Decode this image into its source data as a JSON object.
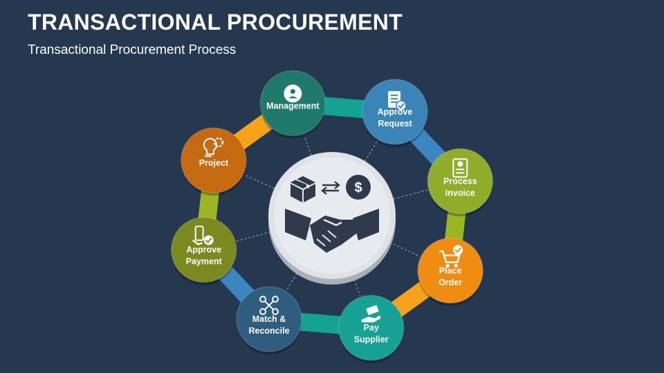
{
  "title": "TRANSACTIONAL PROCUREMENT",
  "subtitle": "Transactional Procurement Process",
  "center": {
    "icons": [
      "box-icon",
      "exchange-arrows-icon",
      "dollar-coin-icon",
      "handshake-icon"
    ]
  },
  "steps": [
    {
      "id": "management",
      "lines": [
        "Management"
      ],
      "color": "#1f7a6b",
      "icon": "gear-person-icon"
    },
    {
      "id": "approve-request",
      "lines": [
        "Approve",
        "Request"
      ],
      "color": "#3a84b8",
      "icon": "document-check-icon"
    },
    {
      "id": "process-invoice",
      "lines": [
        "Process",
        "Invoice"
      ],
      "color": "#8fac2b",
      "icon": "invoice-icon"
    },
    {
      "id": "place-order",
      "lines": [
        "Place",
        "Order"
      ],
      "color": "#ef8d12",
      "icon": "cart-check-icon"
    },
    {
      "id": "pay-supplier",
      "lines": [
        "Pay",
        "Supplier"
      ],
      "color": "#16a194",
      "icon": "hand-money-icon"
    },
    {
      "id": "match-reconcile",
      "lines": [
        "Match &",
        "Reconcile"
      ],
      "color": "#2e5d80",
      "icon": "network-nodes-icon"
    },
    {
      "id": "approve-payment",
      "lines": [
        "Approve",
        "Payment"
      ],
      "color": "#7b8a1f",
      "icon": "phone-check-icon"
    },
    {
      "id": "project",
      "lines": [
        "Project"
      ],
      "color": "#c56a10",
      "icon": "lightbulb-gear-icon"
    }
  ],
  "connectors": [
    {
      "from": "management",
      "to": "approve-request",
      "color": "#14a393"
    },
    {
      "from": "approve-request",
      "to": "process-invoice",
      "color": "#3b86c2"
    },
    {
      "from": "process-invoice",
      "to": "place-order",
      "color": "#9bb523"
    },
    {
      "from": "place-order",
      "to": "pay-supplier",
      "color": "#f7a21b"
    },
    {
      "from": "pay-supplier",
      "to": "match-reconcile",
      "color": "#14a393"
    },
    {
      "from": "match-reconcile",
      "to": "approve-payment",
      "color": "#3b86c2"
    },
    {
      "from": "approve-payment",
      "to": "project",
      "color": "#9bb523"
    },
    {
      "from": "project",
      "to": "management",
      "color": "#f7a21b"
    }
  ]
}
